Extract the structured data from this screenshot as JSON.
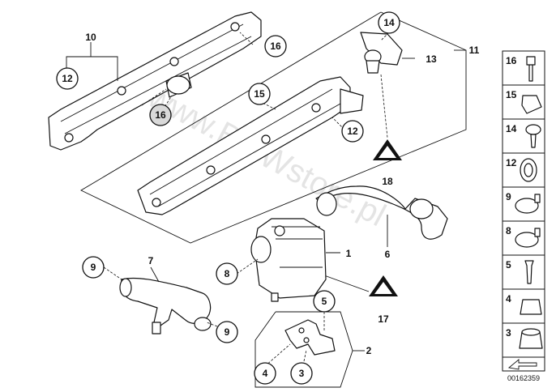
{
  "diagram_code": "00162359",
  "watermark": "www.BMWstore.pl",
  "callouts": {
    "c12a": "12",
    "c16a": "16",
    "c16b": "16",
    "c15": "15",
    "c12b": "12",
    "c14": "14",
    "c9a": "9",
    "c8": "8",
    "c9b": "9",
    "c5": "5",
    "c4": "4",
    "c3": "3"
  },
  "labels": {
    "l10": "10",
    "l11": "11",
    "l13": "13",
    "l18": "18",
    "l1": "1",
    "l6": "6",
    "l7": "7",
    "l17": "17",
    "l2": "2"
  },
  "legend": [
    "16",
    "15",
    "14",
    "12",
    "9",
    "8",
    "5",
    "4",
    "3"
  ]
}
